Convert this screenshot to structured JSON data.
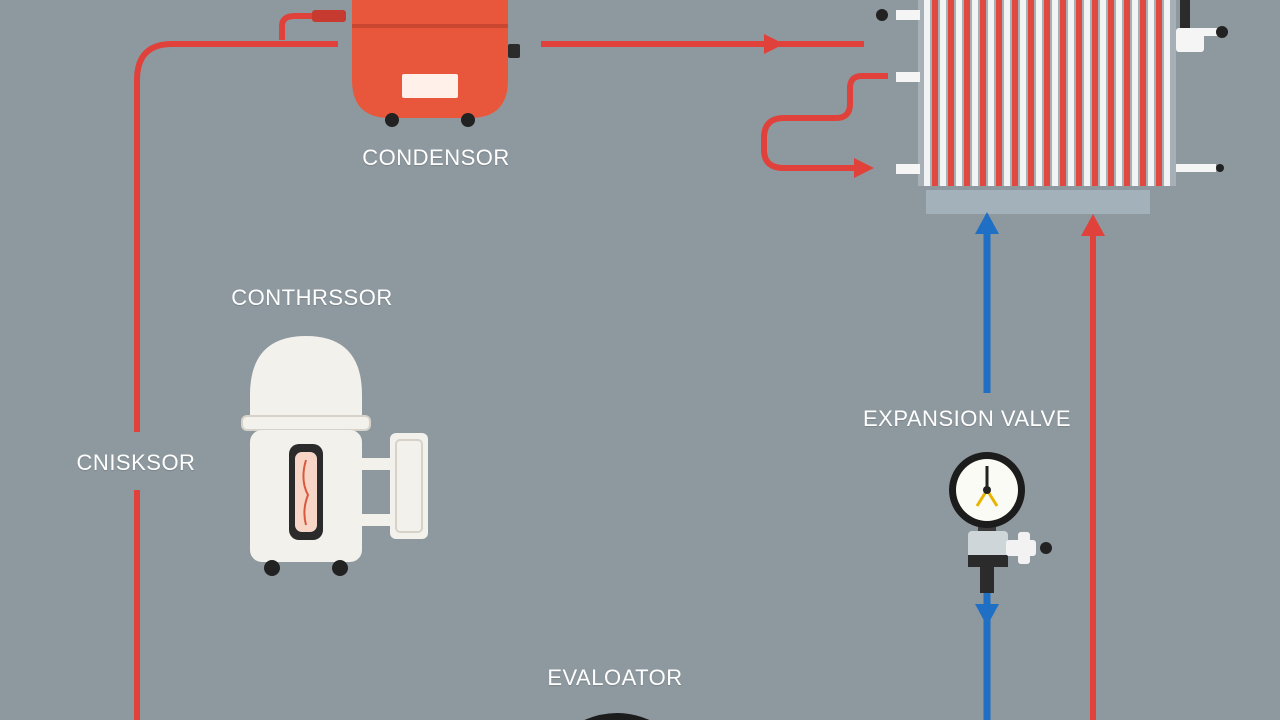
{
  "labels": {
    "condenser": "CONDENSOR",
    "compressor": "CONTHRSSOR",
    "left_line": "CNISKSOR",
    "expansion_valve": "EXPANSION VALVE",
    "evaporator": "EVALOATOR"
  },
  "colors": {
    "background": "#8e999f",
    "hot_line": "#e0413a",
    "cold_line": "#1f6fc4",
    "condenser_tank": "#e8573c",
    "compressor_body": "#f3f1ec",
    "radiator_fin": "#f1f3f5",
    "gauge_face": "#fbfbf5"
  },
  "icons": {
    "condenser": "tank-icon",
    "compressor": "compressor-icon",
    "expansion_valve": "pressure-gauge-icon",
    "radiator": "heat-exchanger-icon",
    "evaporator": "evaporator-icon"
  }
}
